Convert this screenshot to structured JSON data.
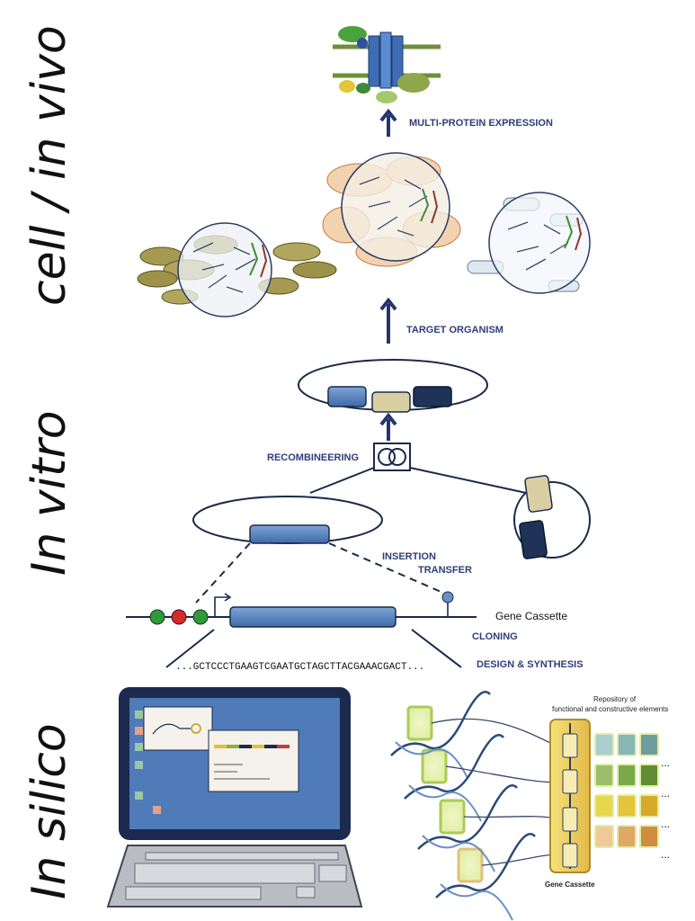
{
  "side_labels": {
    "top": "cell / in vivo",
    "middle": "In vitro",
    "bottom": "In silico"
  },
  "labels": {
    "multi_protein_expression": "MULTI-PROTEIN EXPRESSION",
    "target_organism": "TARGET ORGANISM",
    "recombineering": "RECOMBINEERING",
    "insertion": "INSERTION",
    "transfer": "TRANSFER",
    "gene_cassette": "Gene Cassette",
    "cloning": "CLONING",
    "design_synthesis": "DESIGN & SYNTHESIS",
    "sequence": "...GCTCCCTGAAGTCGAATGCTAGCTTACGAAACGACT...",
    "repository_line1": "Repository of",
    "repository_line2": "functional and constructive elements",
    "gene_cassette_bottom": "Gene Cassette",
    "ellipsis": "..."
  },
  "colors": {
    "arrow": "#24366b",
    "label": "#2e3e7a",
    "cassette_blue": "#4f7fbf",
    "cassette_tan": "#d9cfa3",
    "cassette_navy": "#1f3358",
    "monitor_frame": "#1c2a4f",
    "screen": "#4f7bb8"
  },
  "repository_grid": [
    [
      "#a9cfd0",
      "#86b6b6",
      "#6f9d9d"
    ],
    [
      "#9bbf6a",
      "#7aa84a",
      "#5f8c35"
    ],
    [
      "#e6d84a",
      "#e3c43a",
      "#d7a928"
    ],
    [
      "#f0c99a",
      "#e0a766",
      "#d18c3f"
    ]
  ]
}
